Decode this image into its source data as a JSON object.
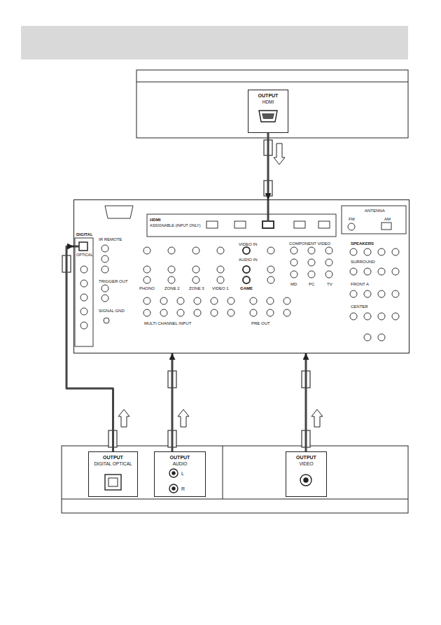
{
  "diagram": {
    "nodes": [
      {
        "text": [
          "OUTPUT",
          "HDMI"
        ]
      },
      {
        "text": [
          "OUTPUT",
          "DIGITAL OPTICAL"
        ]
      },
      {
        "text": [
          "OUTPUT",
          "AUDIO",
          "L",
          "R"
        ]
      },
      {
        "text": [
          "OUTPUT",
          "VIDEO"
        ]
      },
      {
        "text": [
          "HDMI",
          "ASSIGNABLE (INPUT ONLY)",
          "ANTENNA",
          "FM",
          "AM",
          "DIGITAL",
          "OPTICAL",
          "IR REMOTE",
          "TRIGGER OUT",
          "SIGNAL GND",
          "VIDEO IN",
          "AUDIO IN",
          "PHONO",
          "ZONE 2",
          "ZONE 3",
          "VIDEO 1",
          "GAME",
          "COMPONENT VIDEO",
          "MD",
          "PC",
          "TV",
          "SPEAKERS",
          "SURROUND",
          "FRONT A",
          "CENTER",
          "MULTI CHANNEL INPUT",
          "PRE OUT"
        ]
      }
    ],
    "edges": [
      {
        "from": 0,
        "to": 4,
        "arrow": "to"
      },
      {
        "from": 1,
        "to": 4,
        "arrow": "to"
      },
      {
        "from": 2,
        "to": 4,
        "arrow": "to"
      },
      {
        "from": 3,
        "to": 4,
        "arrow": "to"
      }
    ]
  }
}
